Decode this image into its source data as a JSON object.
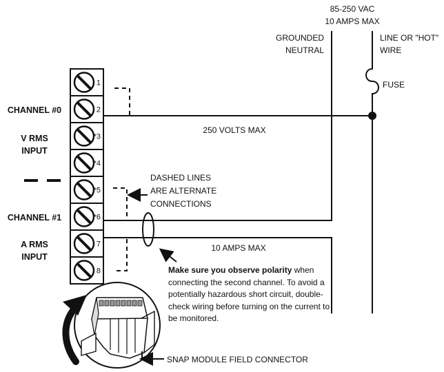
{
  "supply": {
    "voltage": "85-250 VAC",
    "current": "10 AMPS MAX",
    "neutral_line1": "GROUNDED",
    "neutral_line2": "NEUTRAL",
    "hot_line1": "LINE OR \"HOT\"",
    "hot_line2": "WIRE",
    "fuse": "FUSE"
  },
  "left_labels": {
    "channel0": "CHANNEL #0",
    "vrms_line1": "V RMS",
    "vrms_line2": "INPUT",
    "channel1": "CHANNEL #1",
    "arms_line1": "A RMS",
    "arms_line2": "INPUT"
  },
  "terminals": [
    "1",
    "2",
    "*3",
    "*4",
    "*5",
    "*6",
    "7",
    "8"
  ],
  "wire_labels": {
    "voltage_max": "250 VOLTS MAX",
    "amps_max": "10 AMPS MAX"
  },
  "dashed_note": {
    "line1": "DASHED LINES",
    "line2": "ARE ALTERNATE",
    "line3": "CONNECTIONS"
  },
  "warning": {
    "bold": "Make sure you observe polarity",
    "rest": " when connecting the second channel. To avoid a potentially hazardous short circuit, double-check wiring before turning on the current to be monitored."
  },
  "connector_label": "SNAP MODULE FIELD CONNECTOR"
}
